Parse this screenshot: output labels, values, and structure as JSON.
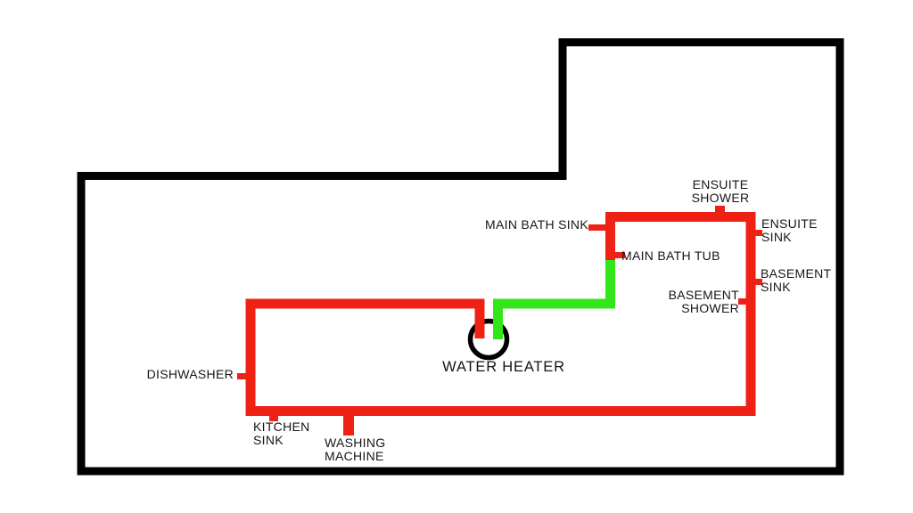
{
  "diagram": {
    "kind": "house-plumbing-floor-plan",
    "colors": {
      "wall": "#000000",
      "hot_pipe": "#ee2114",
      "loop_pipe": "#32e619",
      "bg": "#ffffff",
      "label": "#161616"
    },
    "labels": {
      "dishwasher": [
        "DISHWASHER"
      ],
      "kitchen_sink": [
        "KITCHEN",
        "SINK"
      ],
      "washing_machine": [
        "WASHING",
        "MACHINE"
      ],
      "water_heater": [
        "WATER HEATER"
      ],
      "main_bath_sink": [
        "MAIN BATH SINK"
      ],
      "main_bath_tub": [
        "MAIN BATH TUB"
      ],
      "ensuite_shower": [
        "ENSUITE",
        "SHOWER"
      ],
      "ensuite_sink": [
        "ENSUITE",
        "SINK"
      ],
      "basement_sink": [
        "BASEMENT",
        "SINK"
      ],
      "basement_shower": [
        "BASEMENT",
        "SHOWER"
      ]
    }
  }
}
